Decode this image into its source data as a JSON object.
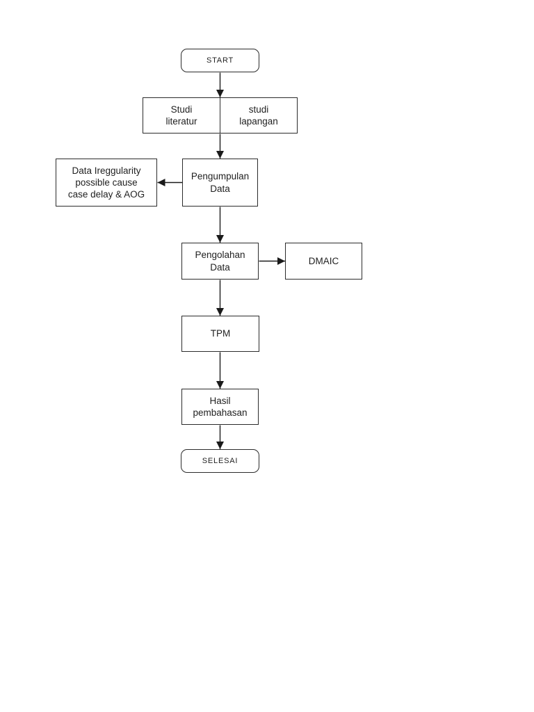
{
  "page": {
    "background_color": "#ffffff",
    "line_color": "#1a1a1a",
    "border_color": "#2b2b2b",
    "text_color": "#1f1f1f"
  },
  "diagram": {
    "type": "flowchart",
    "nodes": {
      "start": "START",
      "studi_literatur": "Studi\nliteratur",
      "studi_lapangan": "studi\nlapangan",
      "pengumpulan": "Pengumpulan\nData",
      "irregularity": "Data Ireggularity\npossible cause\ncase delay & AOG",
      "pengolahan": "Pengolahan\nData",
      "dmaic": "DMAIC",
      "tpm": "TPM",
      "hasil": "Hasil\npembahasan",
      "selesai": "SELESAI"
    },
    "edges": [
      {
        "from": "start",
        "to": "studi"
      },
      {
        "from": "studi",
        "to": "pengumpulan"
      },
      {
        "from": "pengumpulan",
        "to": "irregularity"
      },
      {
        "from": "pengumpulan",
        "to": "pengolahan"
      },
      {
        "from": "pengolahan",
        "to": "dmaic"
      },
      {
        "from": "pengolahan",
        "to": "tpm"
      },
      {
        "from": "tpm",
        "to": "hasil"
      },
      {
        "from": "hasil",
        "to": "selesai"
      }
    ]
  }
}
